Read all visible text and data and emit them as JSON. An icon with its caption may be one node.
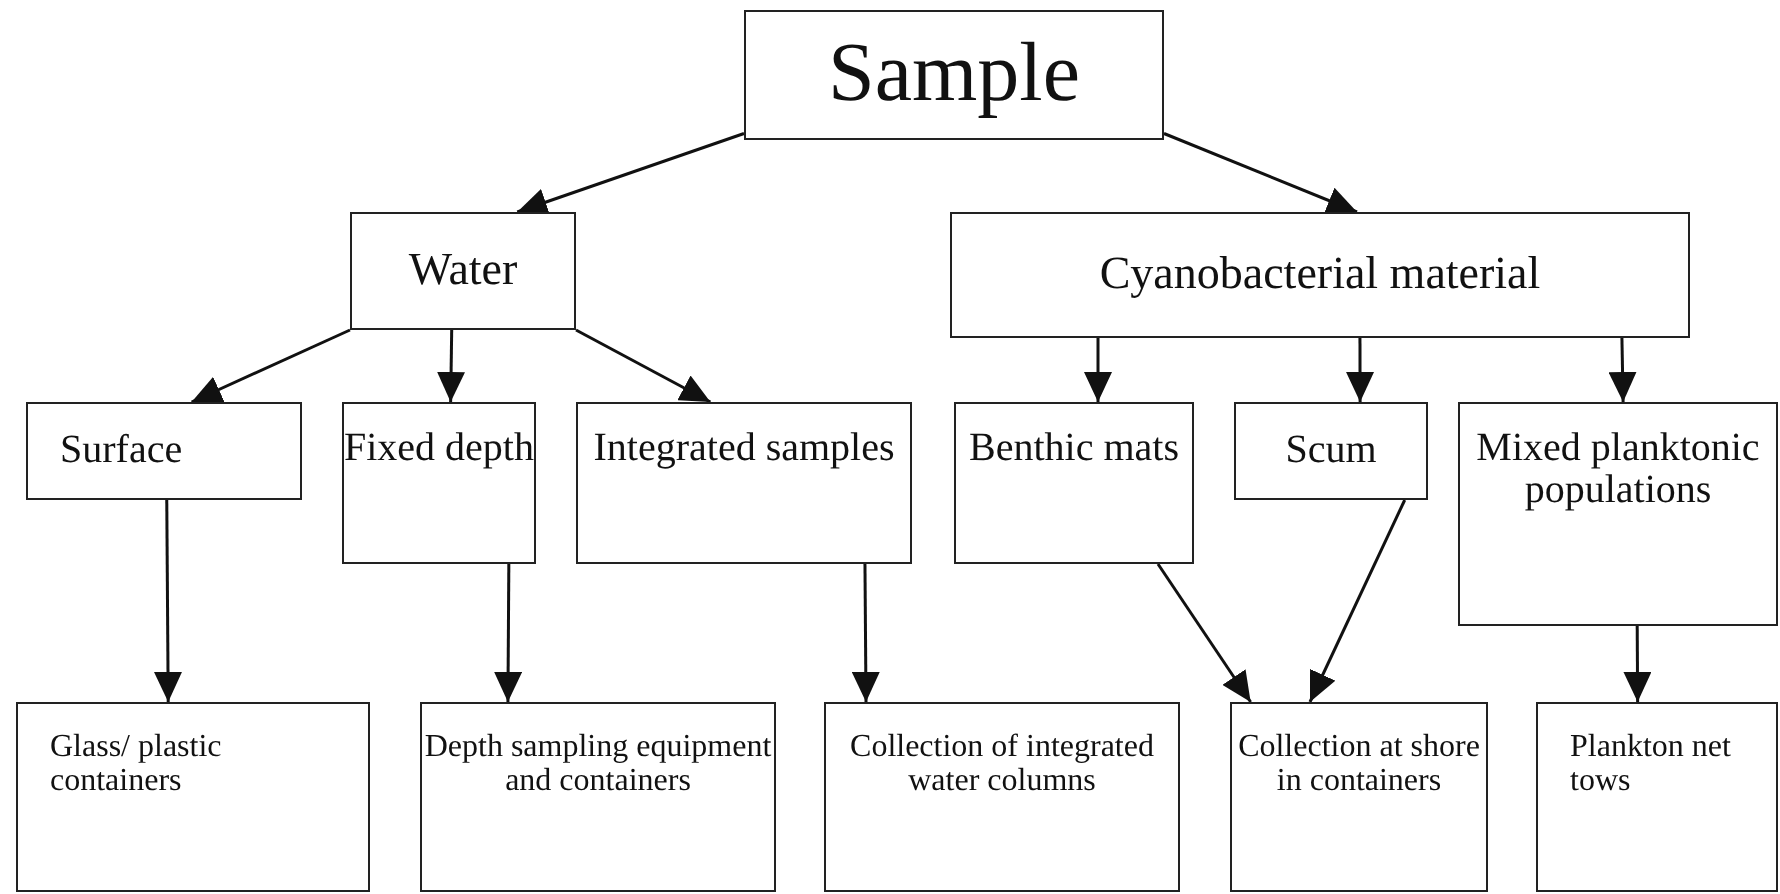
{
  "diagram": {
    "nodes": [
      {
        "text": [
          "Sample"
        ]
      },
      {
        "text": [
          "Water"
        ]
      },
      {
        "text": [
          "Cyanobacterial material"
        ]
      },
      {
        "text": [
          "Surface"
        ]
      },
      {
        "text": [
          "Fixed depth"
        ]
      },
      {
        "text": [
          "Integrated samples"
        ]
      },
      {
        "text": [
          "Benthic mats"
        ]
      },
      {
        "text": [
          "Scum"
        ]
      },
      {
        "text": [
          "Mixed planktonic populations"
        ]
      },
      {
        "text": [
          "Glass/ plastic containers"
        ]
      },
      {
        "text": [
          "Depth sampling equipment and containers"
        ]
      },
      {
        "text": [
          "Collection of integrated water columns"
        ]
      },
      {
        "text": [
          "Collection at shore in containers"
        ]
      },
      {
        "text": [
          "Plankton net tows"
        ]
      }
    ],
    "edges": [
      {
        "from": 0,
        "to": 1,
        "arrow": "to"
      },
      {
        "from": 0,
        "to": 2,
        "arrow": "to"
      },
      {
        "from": 1,
        "to": 3,
        "arrow": "to"
      },
      {
        "from": 1,
        "to": 4,
        "arrow": "to"
      },
      {
        "from": 1,
        "to": 5,
        "arrow": "to"
      },
      {
        "from": 2,
        "to": 6,
        "arrow": "to"
      },
      {
        "from": 2,
        "to": 7,
        "arrow": "to"
      },
      {
        "from": 2,
        "to": 8,
        "arrow": "to"
      },
      {
        "from": 3,
        "to": 9,
        "arrow": "to"
      },
      {
        "from": 4,
        "to": 10,
        "arrow": "to"
      },
      {
        "from": 5,
        "to": 11,
        "arrow": "to"
      },
      {
        "from": 6,
        "to": 12,
        "arrow": "to"
      },
      {
        "from": 7,
        "to": 12,
        "arrow": "to"
      },
      {
        "from": 8,
        "to": 13,
        "arrow": "to"
      }
    ]
  }
}
